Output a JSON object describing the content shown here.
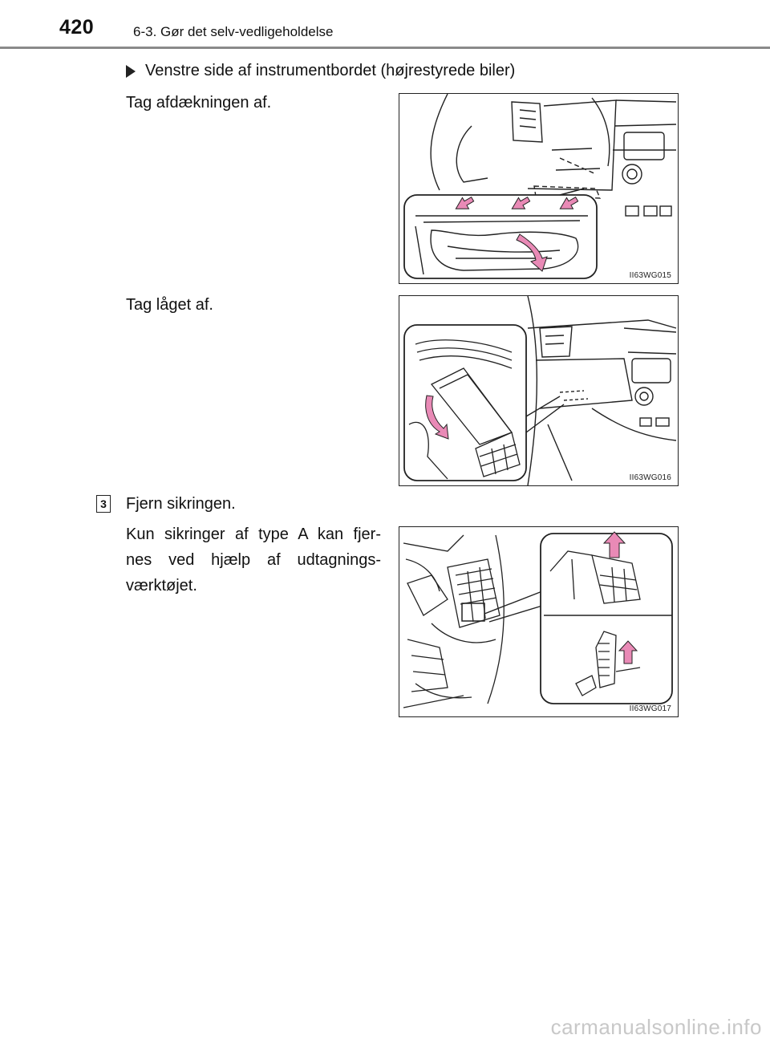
{
  "header": {
    "page_number": "420",
    "section": "6-3. Gør det selv-vedligeholdelse"
  },
  "content": {
    "bullet_heading": "Venstre side af instrumentbordet (højrestyrede biler)",
    "step1": "Tag afdækningen af.",
    "step2": "Tag låget af.",
    "step3_number": "3",
    "step3": "Fjern sikringen.",
    "note_lines": [
      "Kun sikringer af type A kan fjer-",
      "nes ved hjælp af udtagnings-",
      "værktøjet."
    ]
  },
  "figures": [
    {
      "code": "II63WG015",
      "icon": "dashboard-cover-removal-illustration"
    },
    {
      "code": "II63WG016",
      "icon": "fuse-box-lid-removal-illustration"
    },
    {
      "code": "II63WG017",
      "icon": "fuse-puller-illustration"
    }
  ],
  "colors": {
    "arrow": "#e98ab6",
    "rule": "#8a8a8a"
  },
  "watermark": "carmanualsonline.info"
}
